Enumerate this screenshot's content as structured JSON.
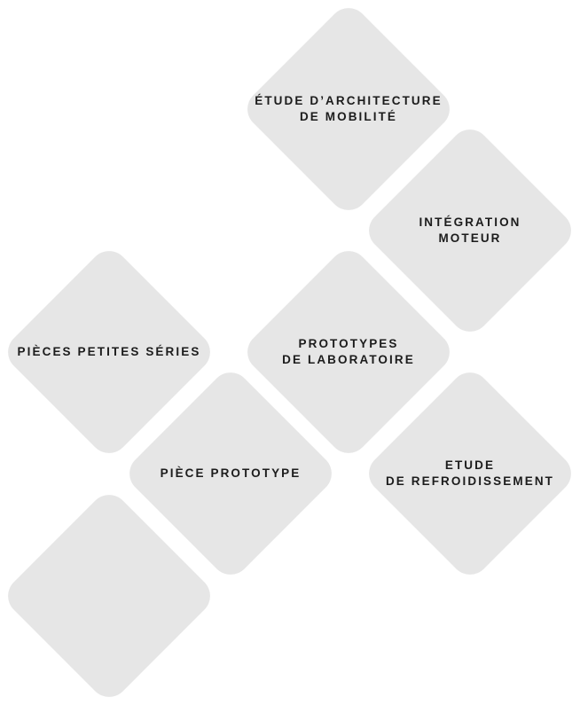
{
  "tiles": [
    {
      "id": "architecture",
      "label": "ÉTUDE D’ARCHITECTURE\nDE MOBILITÉ"
    },
    {
      "id": "integration",
      "label": "INTÉGRATION\nMOTEUR"
    },
    {
      "id": "petites-series",
      "label": "PIÈCES PETITES SÉRIES"
    },
    {
      "id": "prototypes-labo",
      "label": "PROTOTYPES\nDE LABORATOIRE"
    },
    {
      "id": "piece-prototype",
      "label": "PIÈCE PROTOTYPE"
    },
    {
      "id": "refroidissement",
      "label": "ETUDE\nDE REFROIDISSEMENT"
    },
    {
      "id": "empty",
      "label": ""
    }
  ],
  "colors": {
    "tile": "#e6e6e6",
    "text": "#1c1c1c",
    "background": "#ffffff"
  }
}
